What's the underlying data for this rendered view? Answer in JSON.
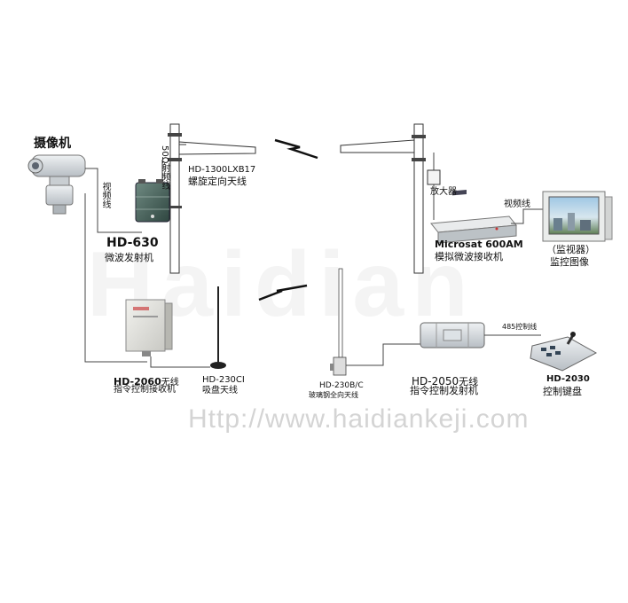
{
  "watermark": "Haidian",
  "url": "Http://www.haidiankeji.com",
  "camera": {
    "label": "摄像机"
  },
  "video_cable_left": "视频线",
  "feeder_50ohm": "50Ω射频线",
  "antenna_helix": {
    "model": "HD-1300LXB17",
    "name": "螺旋定向天线"
  },
  "transmitter": {
    "model": "HD-630",
    "name": "微波发射机"
  },
  "amplifier": "放大器",
  "receiver": {
    "model": "Microsat 600AM",
    "name": "模拟微波接收机"
  },
  "video_cable_right": "视频线",
  "monitor": {
    "name": "（监视器）",
    "desc": "监控图像"
  },
  "cmd_receiver": {
    "model": "HD-2060",
    "suffix": "无线",
    "name": "指令控制接收机"
  },
  "antenna_sucker": {
    "model": "HD-230CI",
    "name": "吸盘天线"
  },
  "antenna_glass": {
    "model": "HD-230B/C",
    "name": "玻璃钢全向天线"
  },
  "cmd_transmitter": {
    "model": "HD-2050",
    "suffix": "无线",
    "name": "指令控制发射机"
  },
  "cable_485": "485控制线",
  "keyboard": {
    "model": "HD-2030",
    "name": "控制键盘"
  }
}
